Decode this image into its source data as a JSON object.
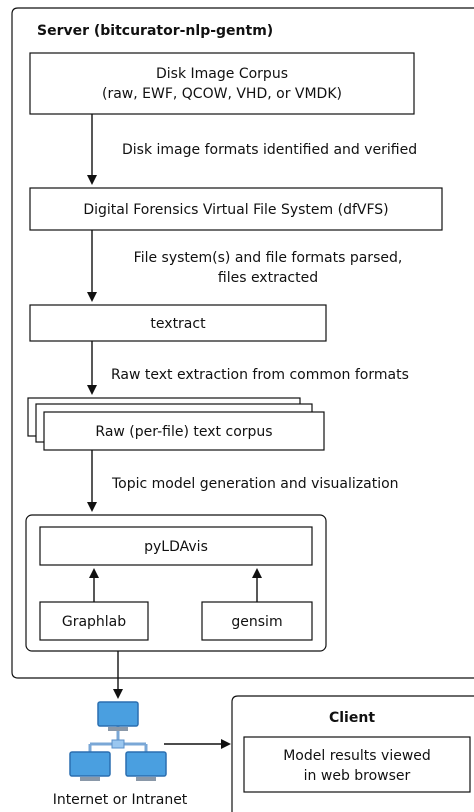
{
  "server": {
    "title": "Server (bitcurator-nlp-gentm)"
  },
  "nodes": {
    "disk_image_corpus": {
      "line1": "Disk Image Corpus",
      "line2": "(raw, EWF, QCOW, VHD, or VMDK)"
    },
    "dfvfs": {
      "label": "Digital Forensics Virtual File System (dfVFS)"
    },
    "textract": {
      "label": "textract"
    },
    "raw_text_corpus": {
      "label": "Raw (per-file) text corpus"
    },
    "pyldavis": {
      "label": "pyLDAvis"
    },
    "graphlab": {
      "label": "Graphlab"
    },
    "gensim": {
      "label": "gensim"
    }
  },
  "edges": {
    "formats_verified": "Disk image formats identified and verified",
    "parsed_line1": "File system(s) and file formats parsed,",
    "parsed_line2": "files extracted",
    "raw_extraction": "Raw text extraction from common formats",
    "topic_model": "Topic model generation and visualization"
  },
  "network": {
    "label": "Internet or Intranet",
    "icon": "network-computers-icon",
    "screen_color": "#4a9fe0",
    "hub_color": "#9ac7f0"
  },
  "client": {
    "title": "Client",
    "box_line1": "Model results viewed",
    "box_line2": "in web browser"
  }
}
